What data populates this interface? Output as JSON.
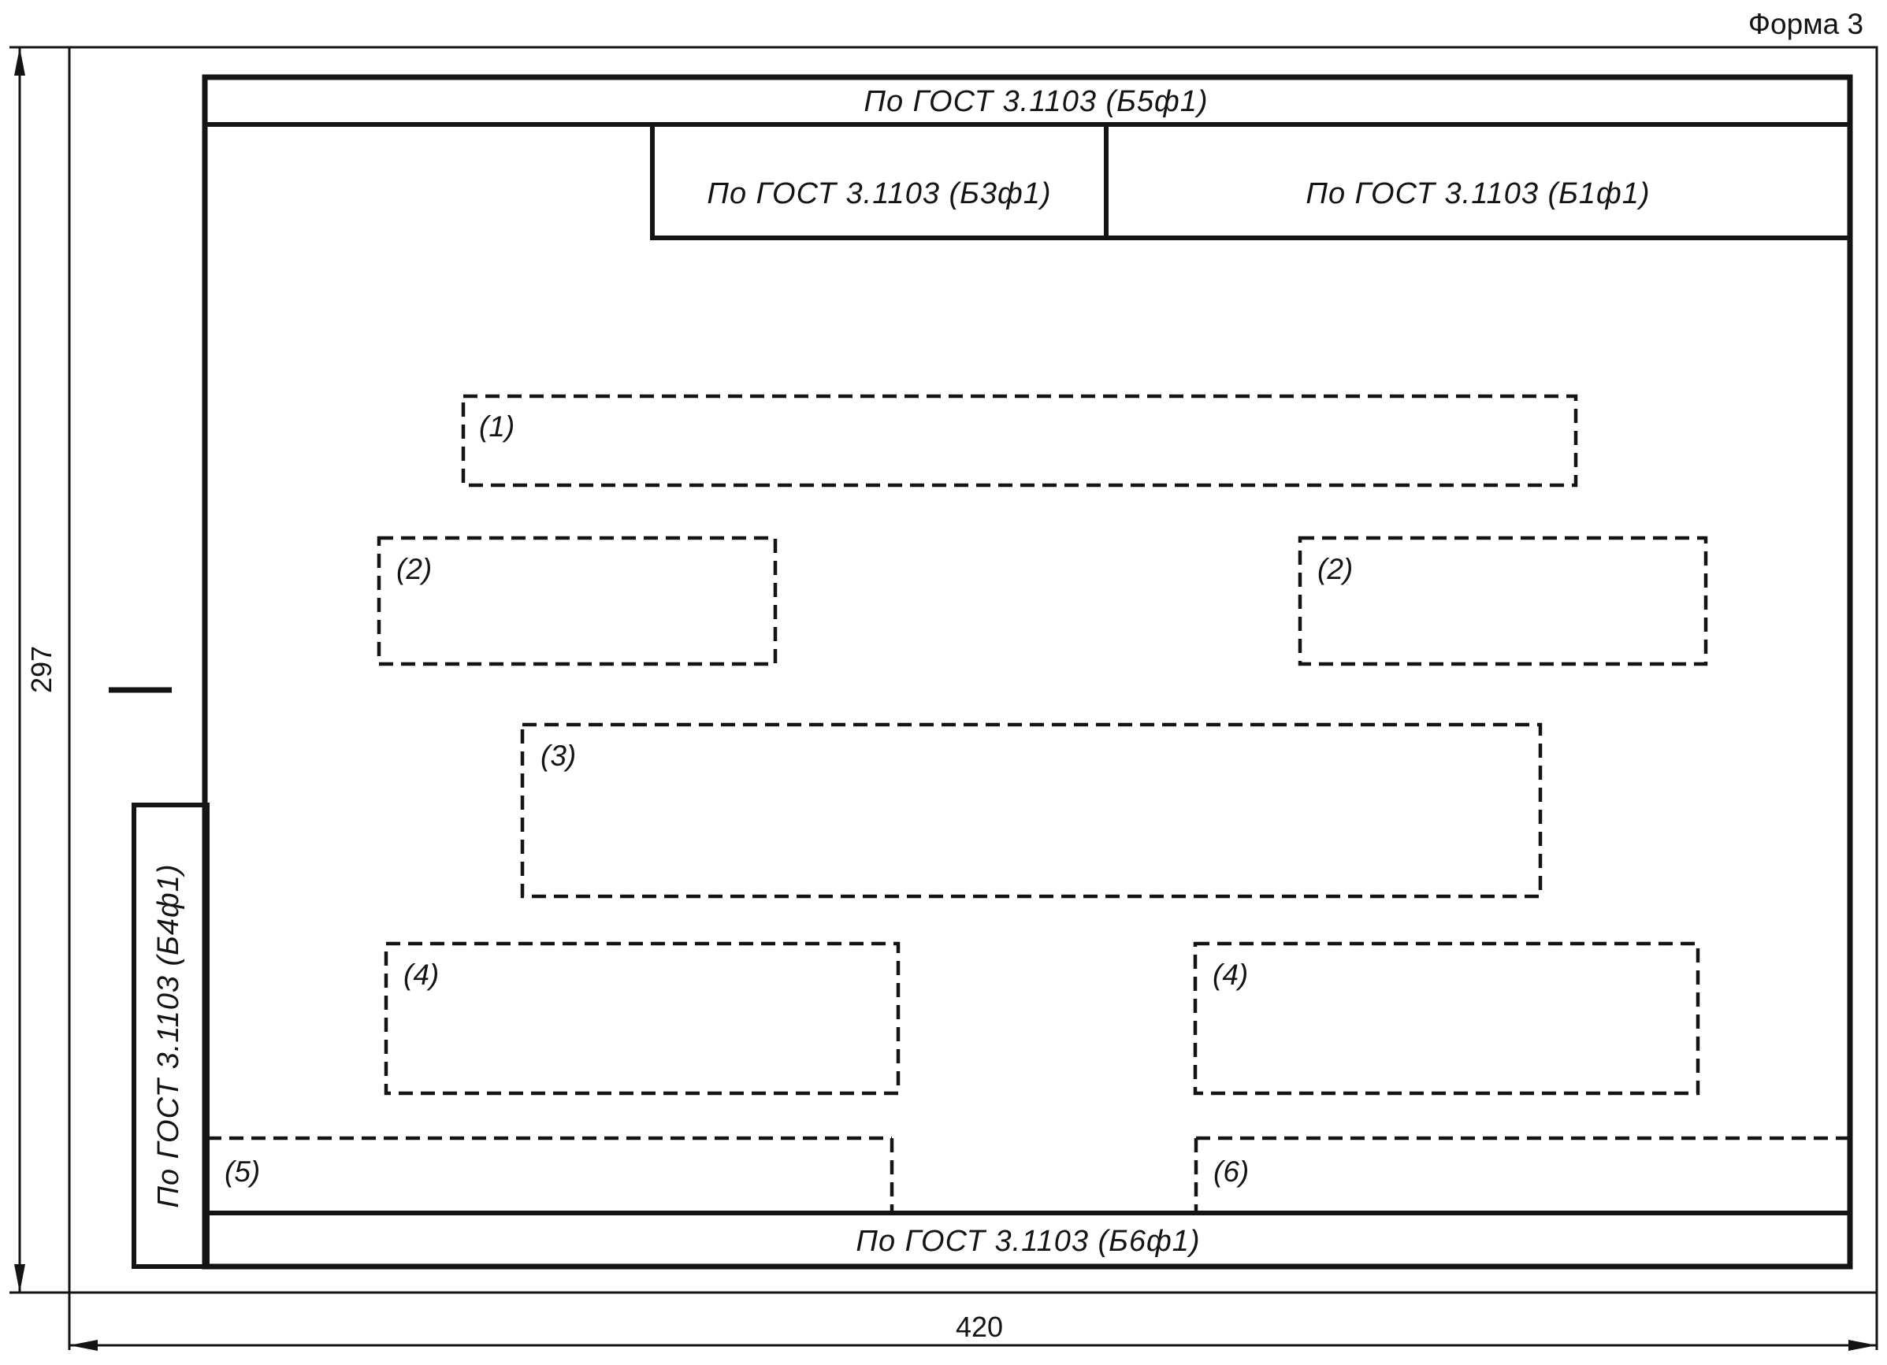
{
  "page": {
    "form_caption": "Форма 3",
    "ink_color": "#141414",
    "paper_color": "#ffffff"
  },
  "bands": {
    "top": "По ГОСТ 3.1103 (Б5ф1)",
    "header_left": "По ГОСТ 3.1103 (Б3ф1)",
    "header_right": "По ГОСТ 3.1103 (Б1ф1)",
    "left_vertical": "По ГОСТ 3.1103 (Б4ф1)",
    "bottom": "По ГОСТ 3.1103 (Б6ф1)"
  },
  "dimensions": {
    "height": "297",
    "width": "420"
  },
  "zones": [
    {
      "label": "(1)"
    },
    {
      "label": "(2)"
    },
    {
      "label": "(2)"
    },
    {
      "label": "(3)"
    },
    {
      "label": "(4)"
    },
    {
      "label": "(4)"
    },
    {
      "label": "(5)"
    },
    {
      "label": "(6)"
    }
  ]
}
